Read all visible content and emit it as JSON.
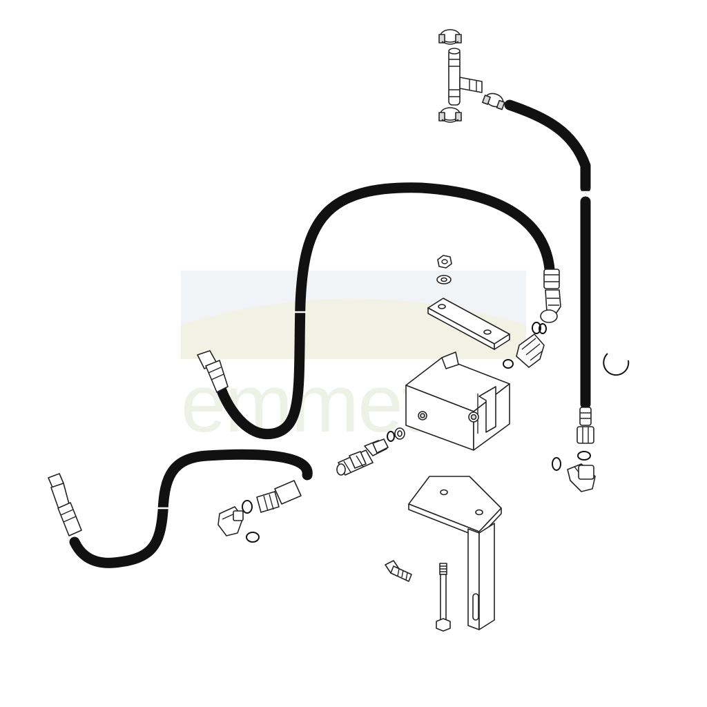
{
  "watermark": {
    "text": "emmetts",
    "colors": {
      "banner_top": "#dde6ee",
      "banner_arc": "#f4f0d6",
      "text": "#eef1e6"
    }
  },
  "colors": {
    "hose": "#111111",
    "outline": "#222222",
    "fill": "#ffffff"
  },
  "parts": [
    "tee-fitting",
    "hose-clamp",
    "hose-upper-right",
    "hose-middle-loop",
    "hose-lower-left",
    "nut",
    "washer",
    "clamp-plate",
    "mounting-block",
    "check-valve",
    "adapter-fitting",
    "elbow-fitting",
    "straight-fitting",
    "o-ring",
    "circlip",
    "support-bracket",
    "bolt",
    "long-bolt"
  ]
}
